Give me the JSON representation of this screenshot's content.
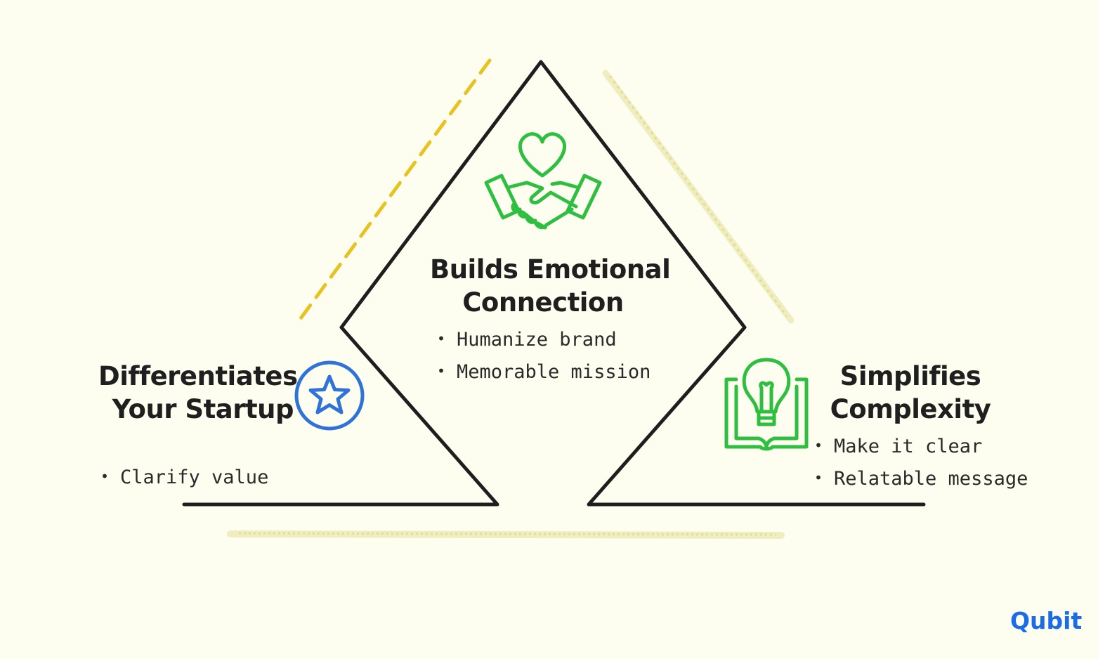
{
  "center": {
    "heading_line1": "Builds Emotional",
    "heading_line2": "Connection",
    "bullets": [
      "Humanize brand",
      "Memorable mission"
    ],
    "icon": "heart-handshake-icon"
  },
  "left": {
    "heading_line1": "Differentiates",
    "heading_line2": "Your Startup",
    "bullets": [
      "Clarify value"
    ],
    "icon": "star-circle-icon"
  },
  "right": {
    "heading_line1": "Simplifies",
    "heading_line2": "Complexity",
    "bullets": [
      "Make it clear",
      "Relatable message"
    ],
    "icon": "lightbulb-book-icon"
  },
  "logo": {
    "text": "Qubit"
  },
  "colors": {
    "background": "#fdfdf0",
    "outline": "#1e1e1e",
    "green": "#2fbf40",
    "blue": "#2f73d9",
    "yellow": "#e8c21e",
    "logo_blue": "#1a6de6"
  }
}
